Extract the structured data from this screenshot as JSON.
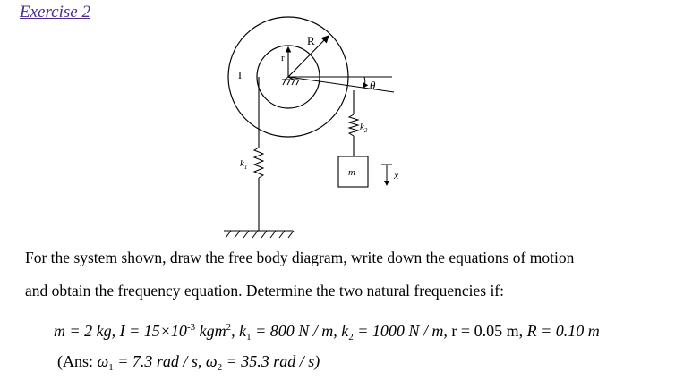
{
  "heading": "Exercise 2",
  "diagram": {
    "label_R": "R",
    "label_r": "r",
    "label_I": "I",
    "label_theta": "θ",
    "label_k1": "k",
    "label_k1_sub": "1",
    "label_k2": "k",
    "label_k2_sub": "2",
    "label_m": "m",
    "label_x": "x"
  },
  "problem": {
    "line1": "For the system shown, draw the free body diagram, write down the equations of motion",
    "line2": "and obtain the frequency equation. Determine the two natural frequencies if:"
  },
  "given": {
    "m": "m = 2 kg,",
    "I_pre": "I = 15×10",
    "I_exp": "-3",
    "I_unit": " kgm",
    "I_unit_exp": "2",
    "sep1": ",",
    "k1_pre": "k",
    "k1_sub": "1",
    "k1_val": " = 800 N / m,",
    "k2_pre": "k",
    "k2_sub": "2",
    "k2_val": " = 1000 N / m,",
    "r": "r  =  0.05 m,",
    "R": "R = 0.10 m"
  },
  "answer": {
    "open": "(Ans: ",
    "w1": "ω",
    "w1_sub": "1",
    "w1_val": " = 7.3 rad / s,",
    "w2": "ω",
    "w2_sub": "2",
    "w2_val": " = 35.3 rad / s)"
  }
}
